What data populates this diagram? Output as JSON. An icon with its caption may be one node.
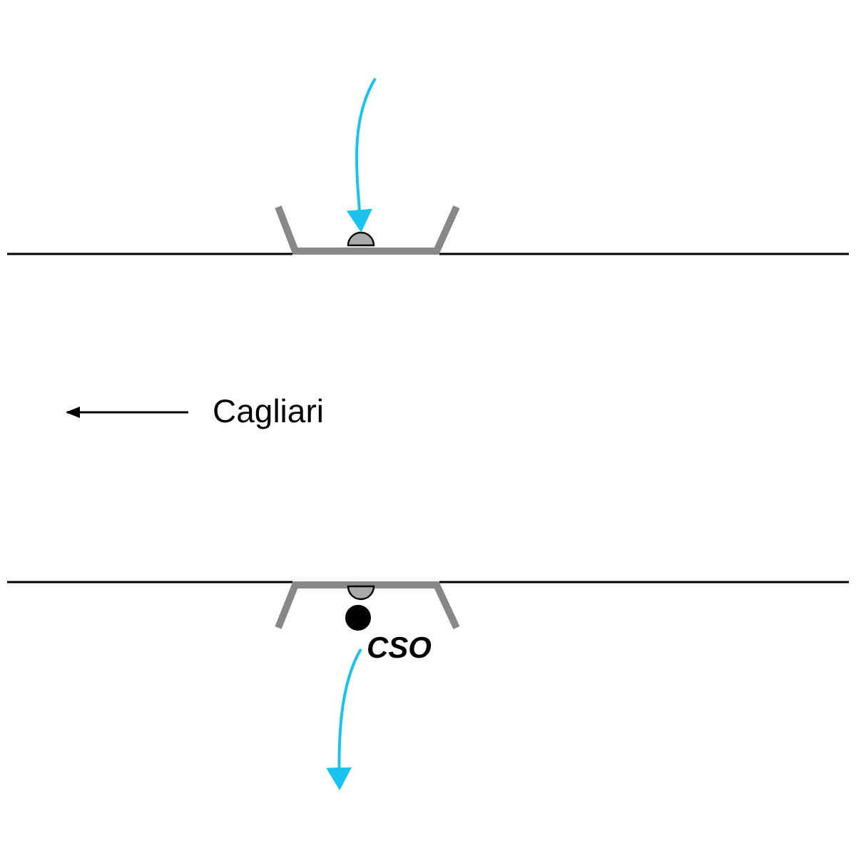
{
  "diagram": {
    "nodes": [
      {
        "text": [],
        "shape": "semicircle"
      },
      {
        "text": [],
        "shape": "semicircle"
      },
      {
        "text": [],
        "shape": "circle",
        "beside": [
          "CSO"
        ]
      }
    ],
    "edges": [
      {
        "from": null,
        "to": 0,
        "arrow": "to"
      },
      {
        "from": 2,
        "to": null,
        "arrow": "to"
      }
    ],
    "labels": [
      "Cagliari"
    ]
  }
}
